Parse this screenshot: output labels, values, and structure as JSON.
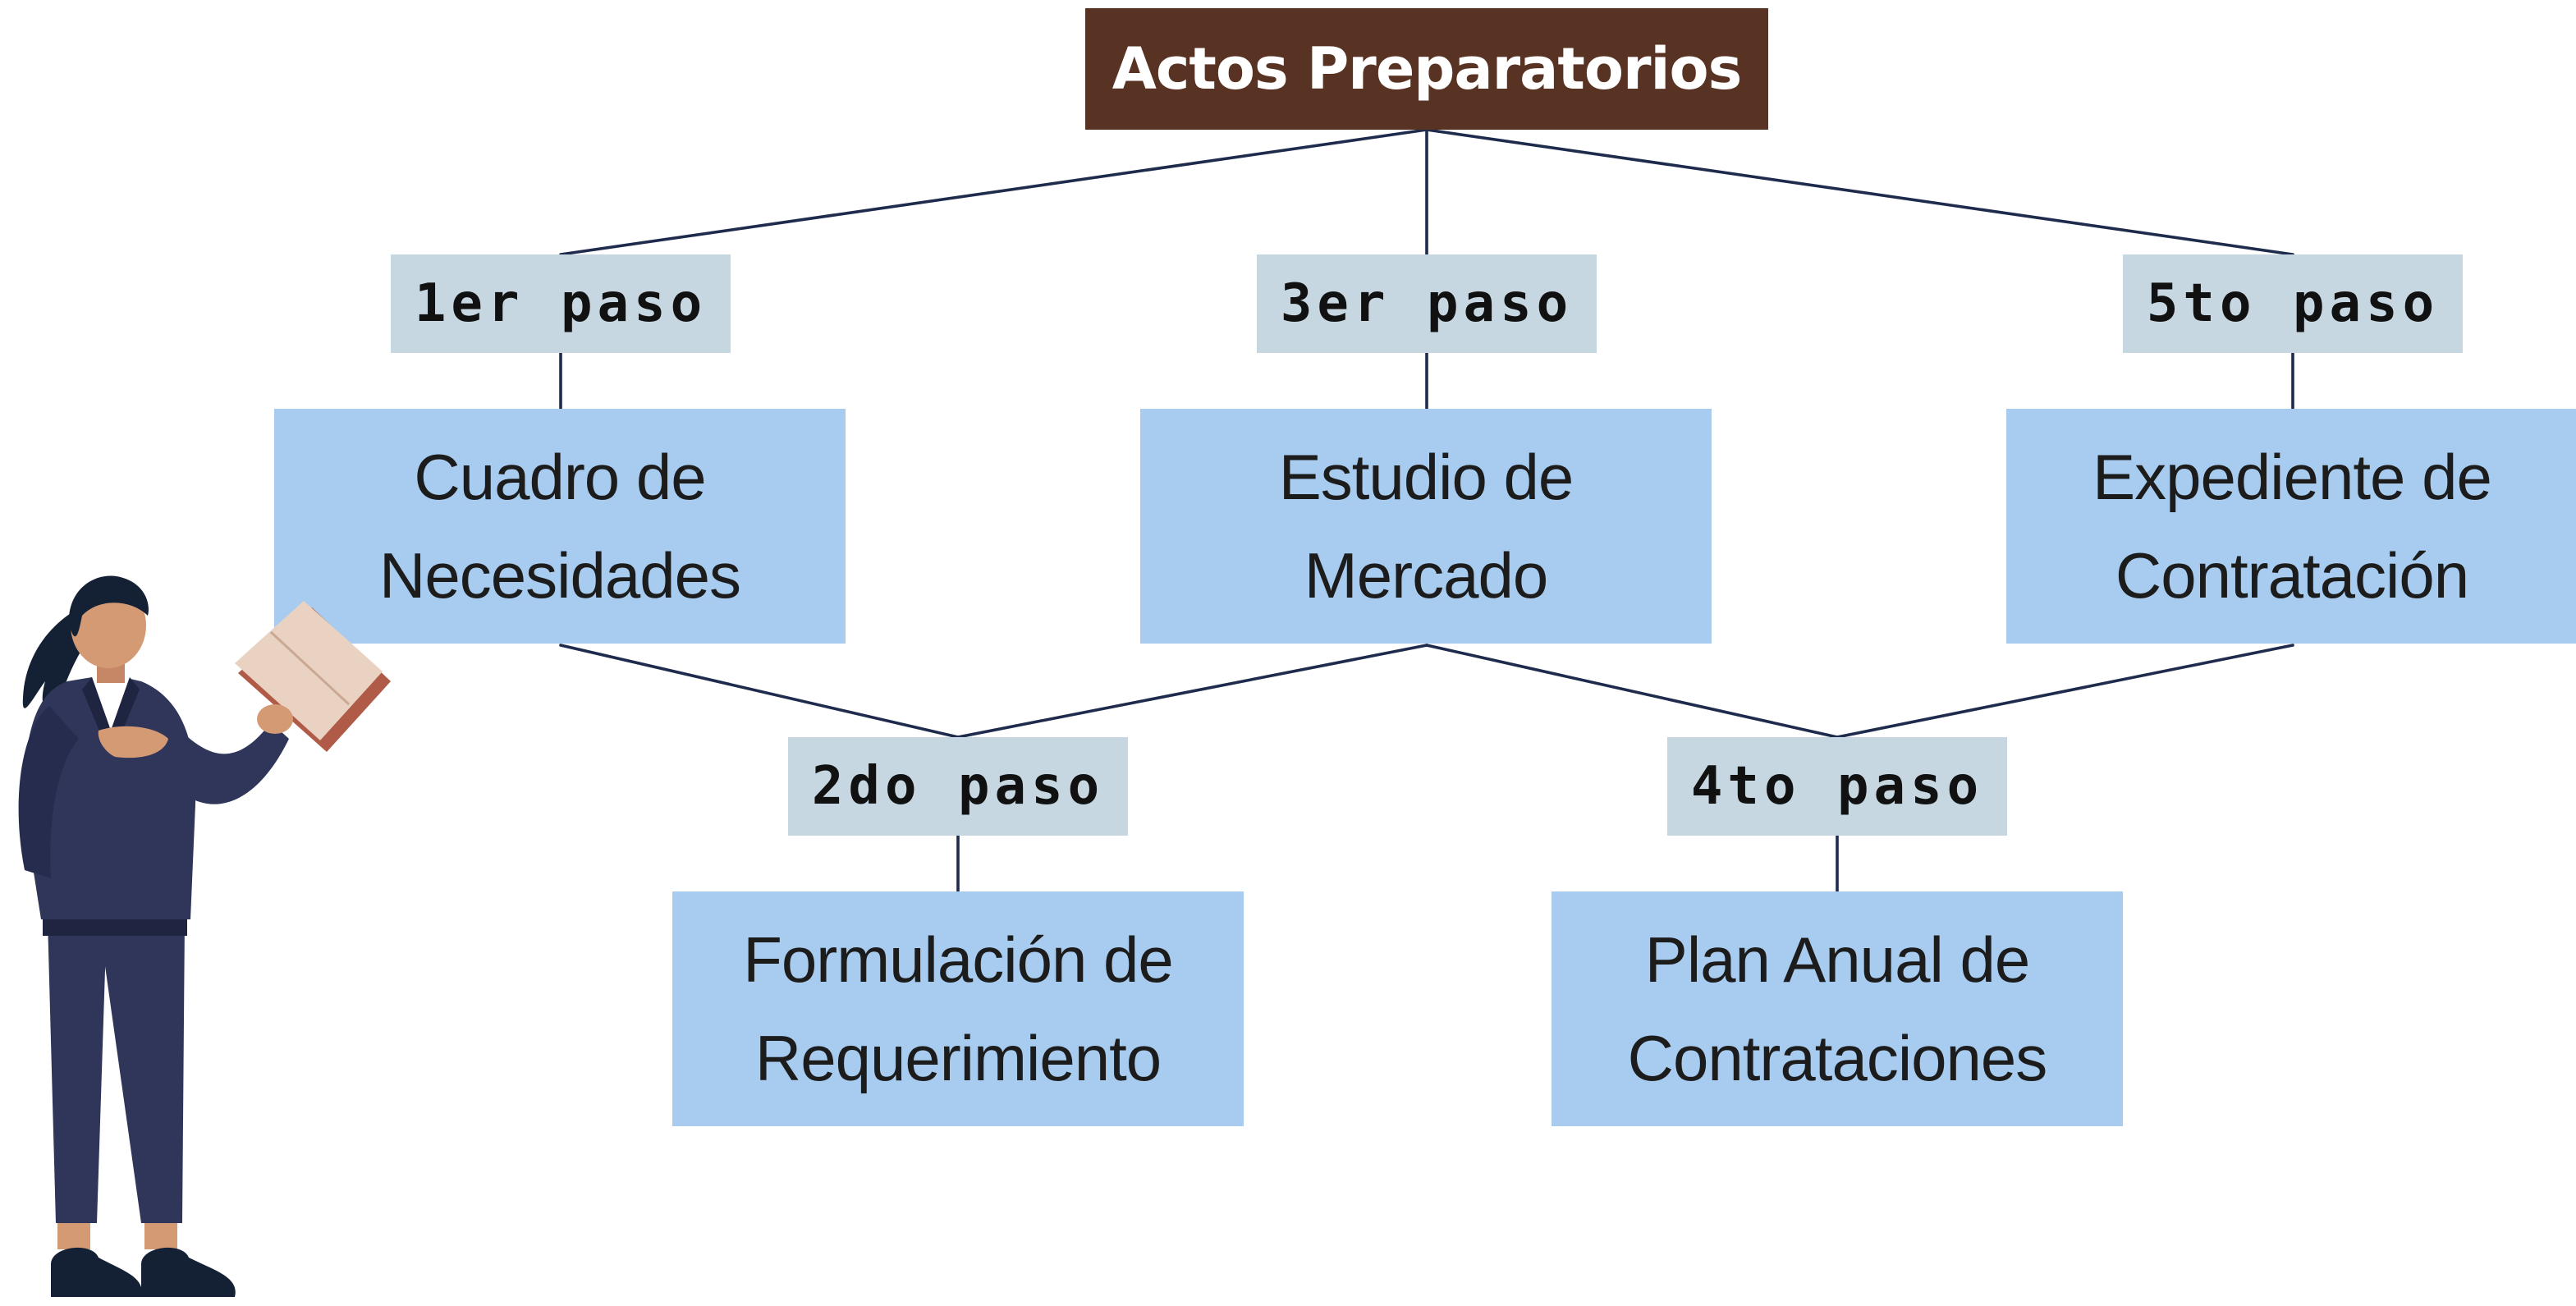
{
  "diagram": {
    "title": "Actos Preparatorios",
    "steps": [
      {
        "tag": "1er paso",
        "line1": "Cuadro de",
        "line2": "Necesidades"
      },
      {
        "tag": "2do paso",
        "line1": "Formulación de",
        "line2": "Requerimiento"
      },
      {
        "tag": "3er paso",
        "line1": "Estudio de",
        "line2": "Mercado"
      },
      {
        "tag": "4to paso",
        "line1": "Plan Anual de",
        "line2": "Contrataciones"
      },
      {
        "tag": "5to paso",
        "line1": "Expediente de",
        "line2": "Contratación"
      }
    ]
  },
  "illustration": {
    "subject": "woman-holding-book",
    "colors": {
      "suit": "#2f3659",
      "suit_shadow": "#1f2440",
      "skin": "#d39a74",
      "hair": "#142033",
      "book_cover": "#b05a48",
      "book_pages": "#ead2c2",
      "shoes": "#142033"
    }
  },
  "colors": {
    "title_bg": "#583222",
    "tag_bg": "#c6d7e1",
    "box_bg": "#a8ccef",
    "connector": "#1f2b4c"
  }
}
